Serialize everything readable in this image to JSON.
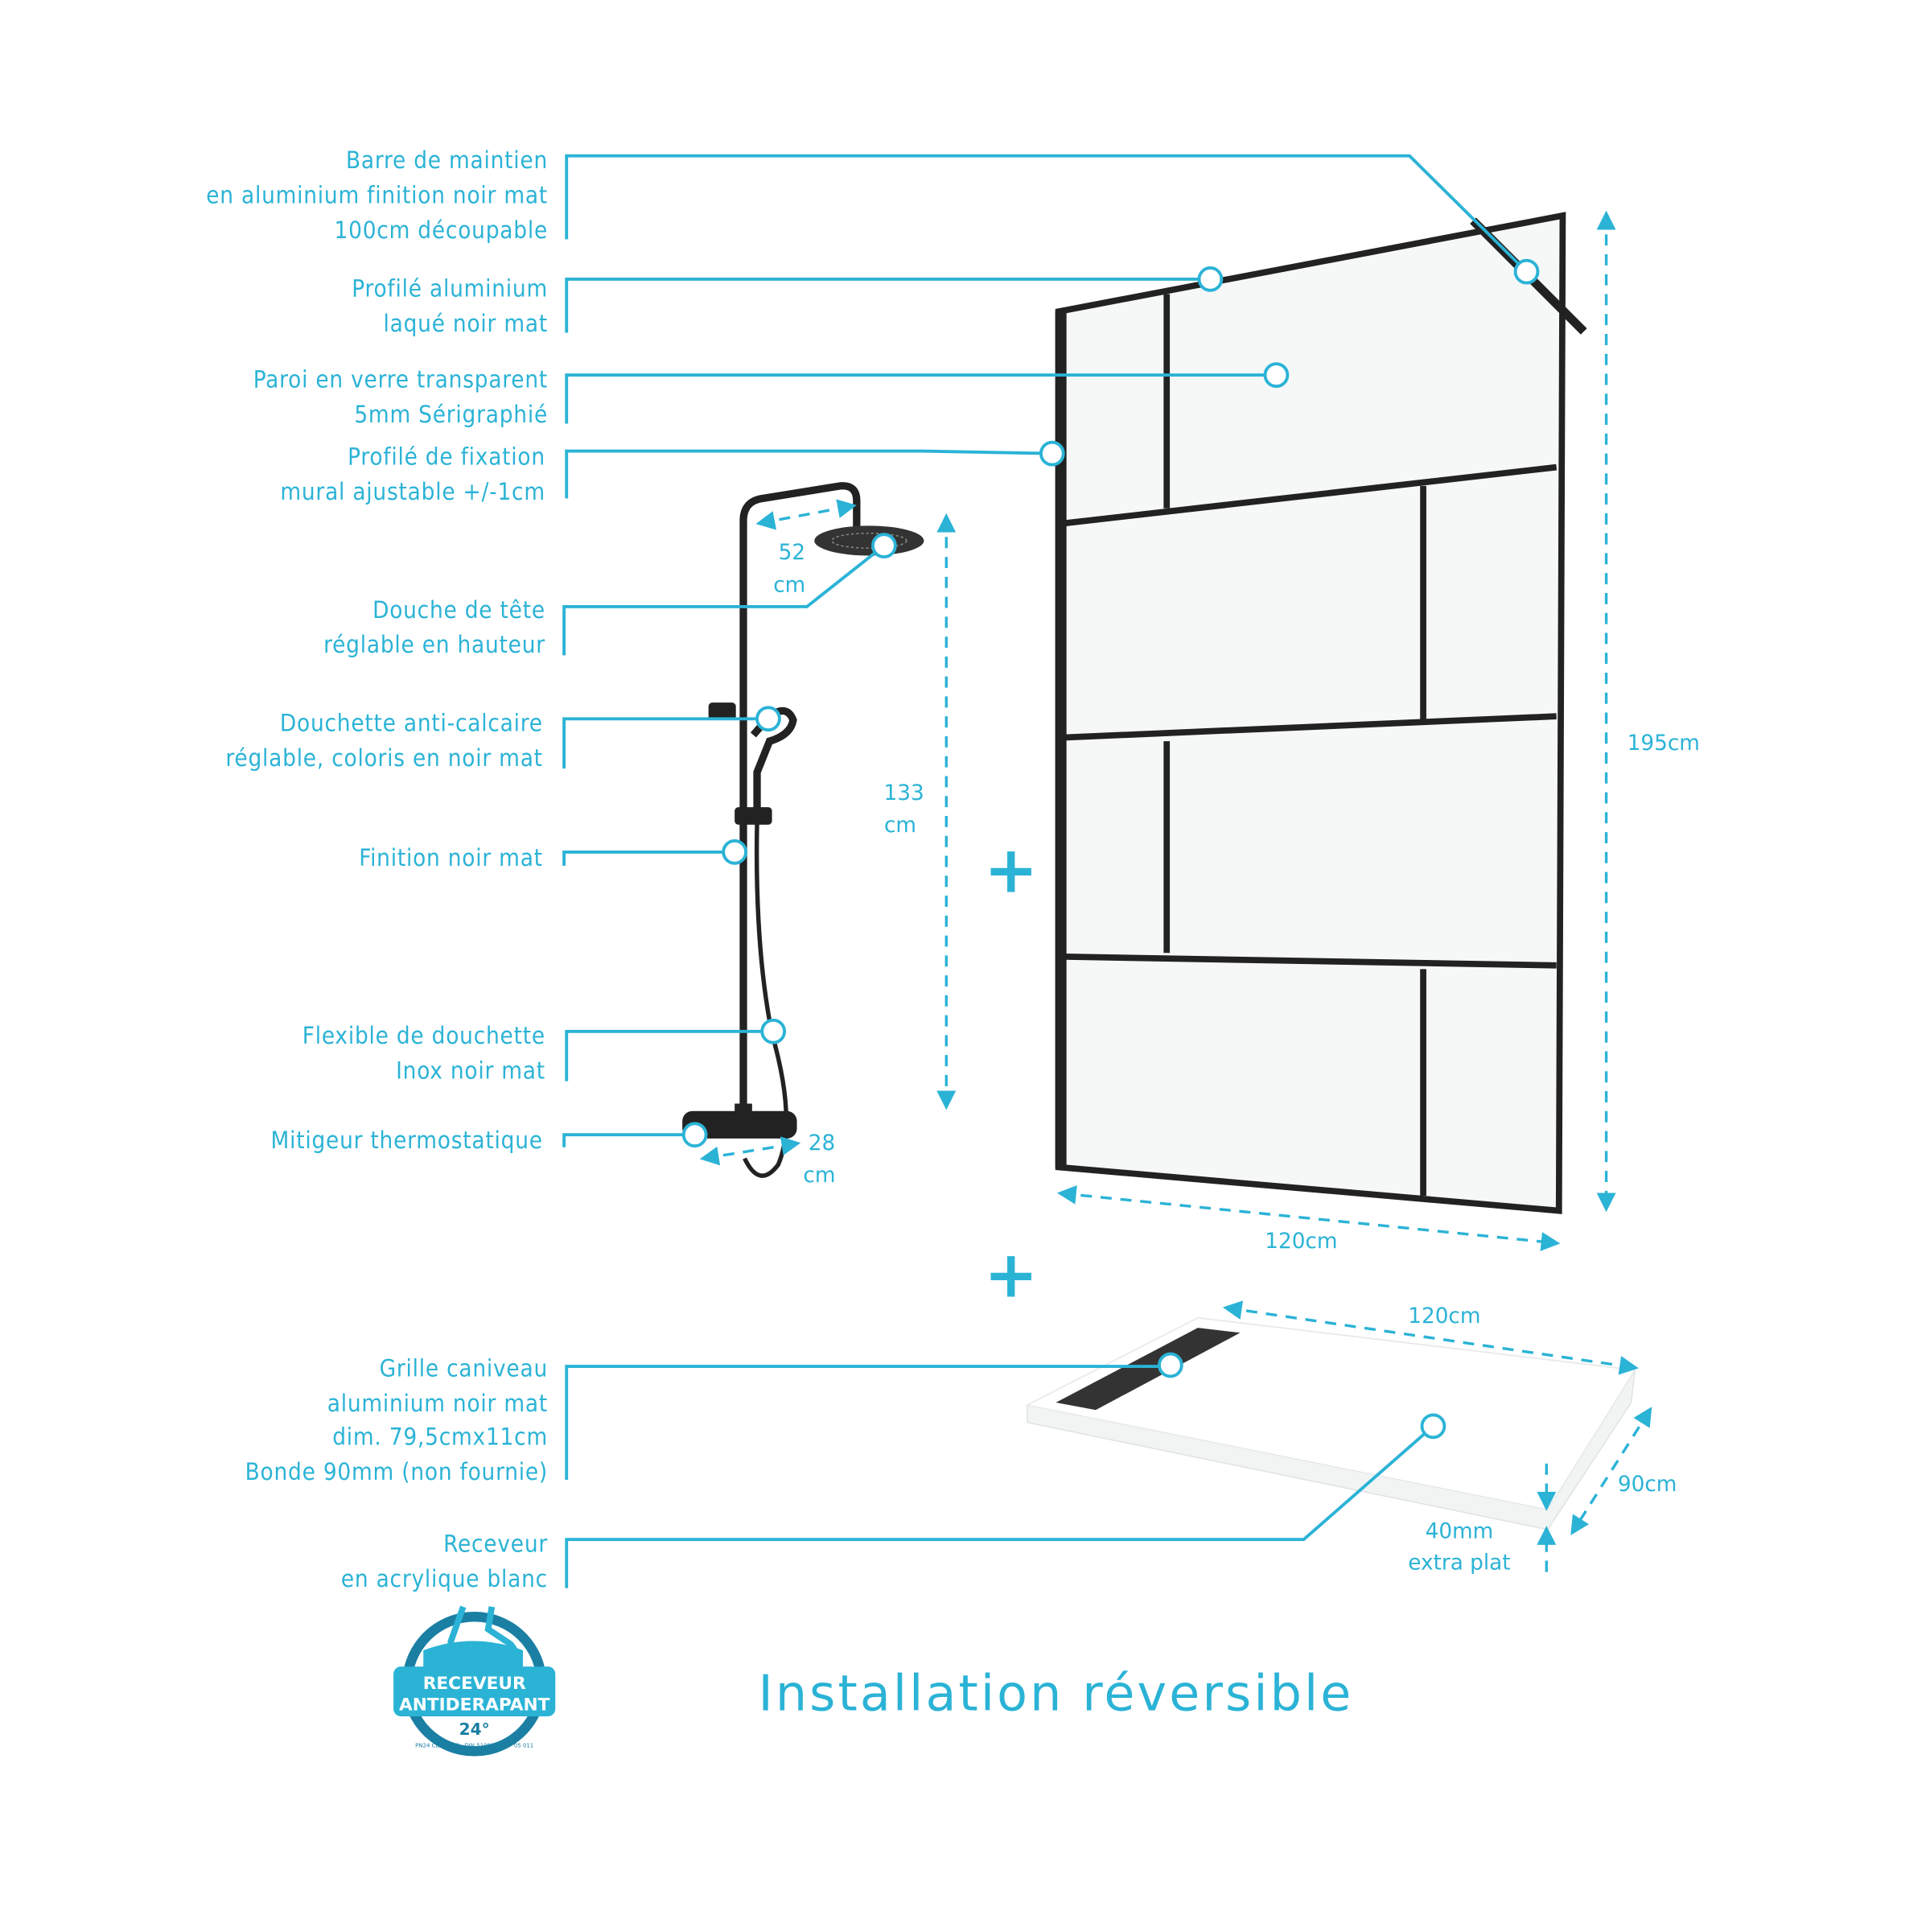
{
  "labels": {
    "barre": [
      "Barre de maintien",
      "en aluminium finition noir mat",
      "100cm découpable"
    ],
    "profile_alu": [
      "Profilé aluminium",
      "laqué noir mat"
    ],
    "paroi": [
      "Paroi en verre transparent",
      "5mm Sérigraphié"
    ],
    "profile_fixation": [
      "Profilé de fixation",
      "mural ajustable +/-1cm"
    ],
    "douche_tete": [
      "Douche de tête",
      "réglable en hauteur"
    ],
    "douchette": [
      "Douchette anti-calcaire",
      "réglable, coloris en noir mat"
    ],
    "finition": [
      "Finition noir mat"
    ],
    "flexible": [
      "Flexible de douchette",
      "Inox noir mat"
    ],
    "mitigeur": [
      "Mitigeur thermostatique"
    ],
    "grille": [
      "Grille caniveau",
      "aluminium noir mat",
      "dim. 79,5cmx11cm",
      "Bonde 90mm (non fournie)"
    ],
    "receveur": [
      "Receveur",
      "en acrylique blanc"
    ]
  },
  "dimensions": {
    "bras": [
      "52",
      "cm"
    ],
    "colonne": [
      "133",
      "cm"
    ],
    "mitigeur": [
      "28",
      "cm"
    ],
    "paroi_hauteur": "195cm",
    "paroi_largeur": "120cm",
    "receveur_longueur": "120cm",
    "receveur_largeur": "90cm",
    "receveur_epaisseur": [
      "40mm",
      "extra plat"
    ]
  },
  "badge": {
    "line1": "RECEVEUR",
    "line2": "ANTIDERAPANT",
    "angle": "24°",
    "norm": "PN24 CLASSE C - DIN 51097 - XP P 05 011"
  },
  "plus_signs": [
    "+",
    "+"
  ],
  "title": "Installation réversible",
  "colors": {
    "accent": "#2bb3d6",
    "frame": "#222222",
    "badge_dark": "#1a7fa3"
  }
}
